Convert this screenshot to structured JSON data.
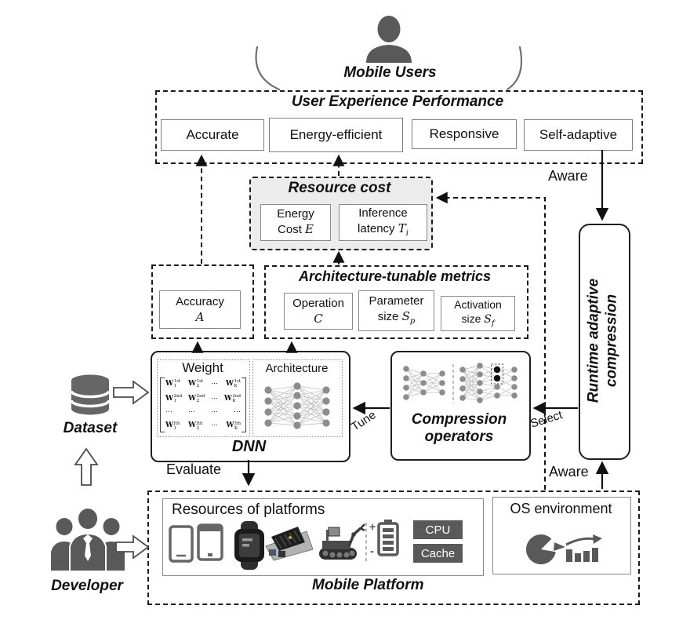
{
  "mobile_users_label": "Mobile Users",
  "uxp": {
    "title": "User Experience Performance",
    "items": [
      {
        "label": "Accurate"
      },
      {
        "label": "Energy-efficient"
      },
      {
        "label": "Responsive"
      },
      {
        "label": "Self-adaptive"
      }
    ]
  },
  "arrows": {
    "aware_top": "Aware",
    "aware_bottom": "Aware",
    "evaluate": "Evaluate",
    "tune": "Tune",
    "select": "Select"
  },
  "resource_cost": {
    "title": "Resource cost",
    "energy": {
      "line1": "Energy",
      "word": "Cost",
      "var": "E"
    },
    "latency": {
      "line1": "Inference",
      "word": "latency",
      "var": "T",
      "sub": "i"
    }
  },
  "accuracy": {
    "label": "Accuracy",
    "var": "A"
  },
  "metrics": {
    "title": "Architecture-tunable metrics",
    "operation": {
      "label": "Operation",
      "var": "C"
    },
    "parameter": {
      "label": "Parameter",
      "word": "size",
      "var": "S",
      "sub": "p"
    },
    "activation": {
      "label": "Activation",
      "word": "size",
      "var": "S",
      "sub": "f"
    }
  },
  "dnn": {
    "label": "DNN",
    "weight_title": "Weight",
    "arch_title": "Architecture",
    "matrix": {
      "rows": [
        [
          {
            "b": "W",
            "s": "1",
            "p": "1st"
          },
          {
            "b": "W",
            "s": "2",
            "p": "1st"
          },
          {
            "b": "⋯"
          },
          {
            "b": "W",
            "s": "K",
            "p": "1st"
          }
        ],
        [
          {
            "b": "W",
            "s": "1",
            "p": "2nd"
          },
          {
            "b": "W",
            "s": "2",
            "p": "2nd"
          },
          {
            "b": "⋯"
          },
          {
            "b": "W",
            "s": "K",
            "p": "2nd"
          }
        ],
        [
          {
            "b": "⋯"
          },
          {
            "b": "⋯"
          },
          {
            "b": "⋯"
          },
          {
            "b": "⋯"
          }
        ],
        [
          {
            "b": "W",
            "s": "1",
            "p": "Jth"
          },
          {
            "b": "W",
            "s": "2",
            "p": "Jth"
          },
          {
            "b": "⋯"
          },
          {
            "b": "W",
            "s": "K",
            "p": "Jth"
          }
        ]
      ]
    }
  },
  "compression": {
    "line1": "Compression",
    "line2": "operators"
  },
  "runtime": {
    "line1": "Runtime adaptive",
    "line2": "compression"
  },
  "dataset_label": "Dataset",
  "developer_label": "Developer",
  "platform": {
    "label": "Mobile Platform",
    "resources": {
      "title": "Resources of platforms",
      "cpu": "CPU",
      "cache": "Cache",
      "battery_plus": "+",
      "battery_minus": "-"
    },
    "os": {
      "title": "OS environment"
    }
  },
  "colors": {
    "icon": "#595959",
    "line": "#1a1a1a",
    "resource_fill": "#ececec",
    "box_border": "#7f7f7f",
    "chip_fill": "#595959"
  }
}
